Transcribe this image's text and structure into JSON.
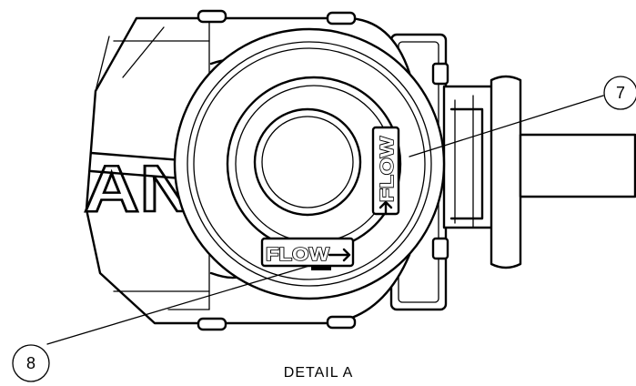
{
  "callouts": [
    {
      "label": "7"
    },
    {
      "label": "8"
    }
  ],
  "caption": "DETAIL  A",
  "markings": {
    "brand_partial": "ANJ",
    "flow_side": "FLOW",
    "flow_top": "FLOW"
  }
}
